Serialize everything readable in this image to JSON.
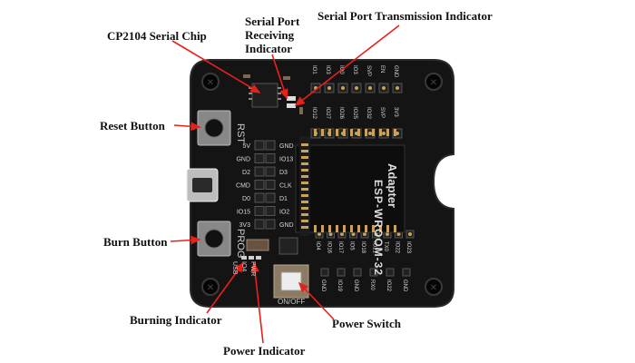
{
  "colors": {
    "board": "#141414",
    "board_edge": "#2a2a2a",
    "pin_label": "#d8d8d8",
    "arrow": "#e8201c",
    "gold": "#c9a35a",
    "button_metal": "#9a9a9a"
  },
  "callouts": {
    "cp2104": "CP2104 Serial Chip",
    "rx_line1": "Serial Port",
    "rx_line2": "Receiving",
    "rx_line3": "Indicator",
    "tx": "Serial Port Transmission Indicator",
    "reset": "Reset Button",
    "burn": "Burn Button",
    "burning": "Burning Indicator",
    "power_ind": "Power Indicator",
    "power_switch": "Power Switch"
  },
  "board": {
    "title1": "Adapter",
    "title2": "ESP-WROOM-32",
    "rst_label": "RST",
    "prog_label": "PROG",
    "onoff_label": "ON/OFF",
    "led_labels": [
      "USB",
      "IO4",
      "PWR"
    ],
    "left_pins": [
      "5V",
      "GND",
      "D2",
      "CMD",
      "D0",
      "IO15",
      "3V3"
    ],
    "right_pins": [
      "GND",
      "IO13",
      "D3",
      "CLK",
      "D1",
      "IO2",
      "GND"
    ],
    "top_row_outer": [
      "IO1",
      "IO3",
      "IO0",
      "IO3",
      "SVP",
      "EN",
      "GND"
    ],
    "top_row_inner": [
      "IO12",
      "IO27",
      "IO26",
      "IO25",
      "IO32",
      "SVP",
      "3V3"
    ],
    "bottom_row_inner": [
      "IO4",
      "IO16",
      "IO17",
      "IO5",
      "IO18",
      "IO21",
      "TX0",
      "IO22",
      "IO23"
    ],
    "bottom_row_outer": [
      "GND",
      "IO19",
      "GND",
      "RX0",
      "IO22",
      "GND"
    ]
  }
}
